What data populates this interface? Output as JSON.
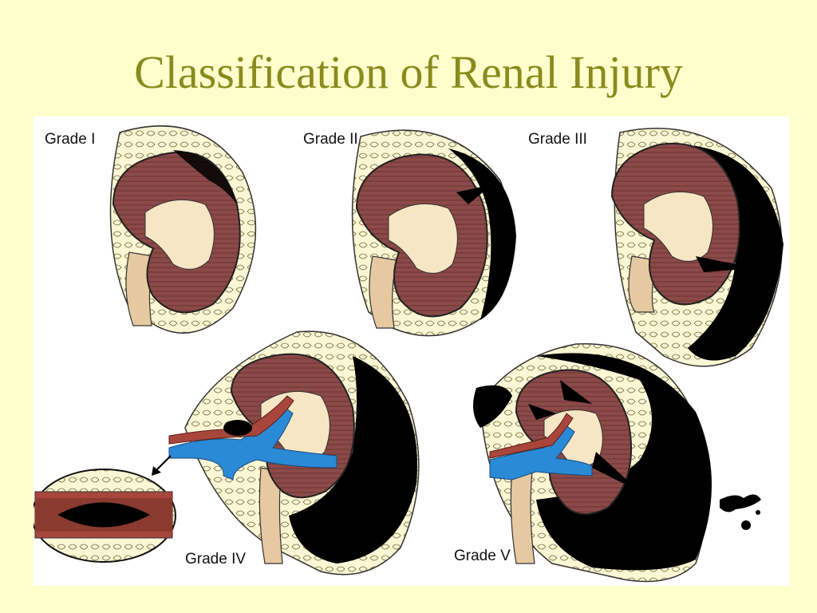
{
  "slide": {
    "title": "Classification of Renal Injury",
    "background_color": "#ffffcc",
    "title_color": "#8a8a1e"
  },
  "figure": {
    "grades": [
      {
        "label": "Grade I"
      },
      {
        "label": "Grade II"
      },
      {
        "label": "Grade III"
      },
      {
        "label": "Grade IV"
      },
      {
        "label": "Grade V"
      }
    ],
    "colors": {
      "parenchyma": "#8b4a48",
      "collecting_system": "#f6e6c4",
      "ureter": "#e6c9a1",
      "perirenal_fat": "#fbf6d4",
      "hematoma": "#000000",
      "artery": "#a8463c",
      "vein": "#2a8ad6"
    }
  }
}
